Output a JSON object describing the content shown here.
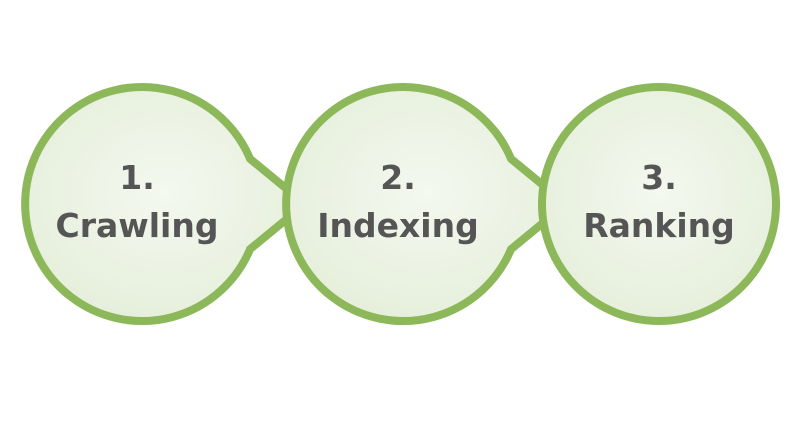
{
  "diagram": {
    "colors": {
      "ring": "#8db85a",
      "fill": "#edf3e6",
      "text": "#555555",
      "background": "#ffffff"
    },
    "steps": [
      {
        "number": "1.",
        "label": "Crawling"
      },
      {
        "number": "2.",
        "label": "Indexing"
      },
      {
        "number": "3.",
        "label": "Ranking"
      }
    ]
  }
}
